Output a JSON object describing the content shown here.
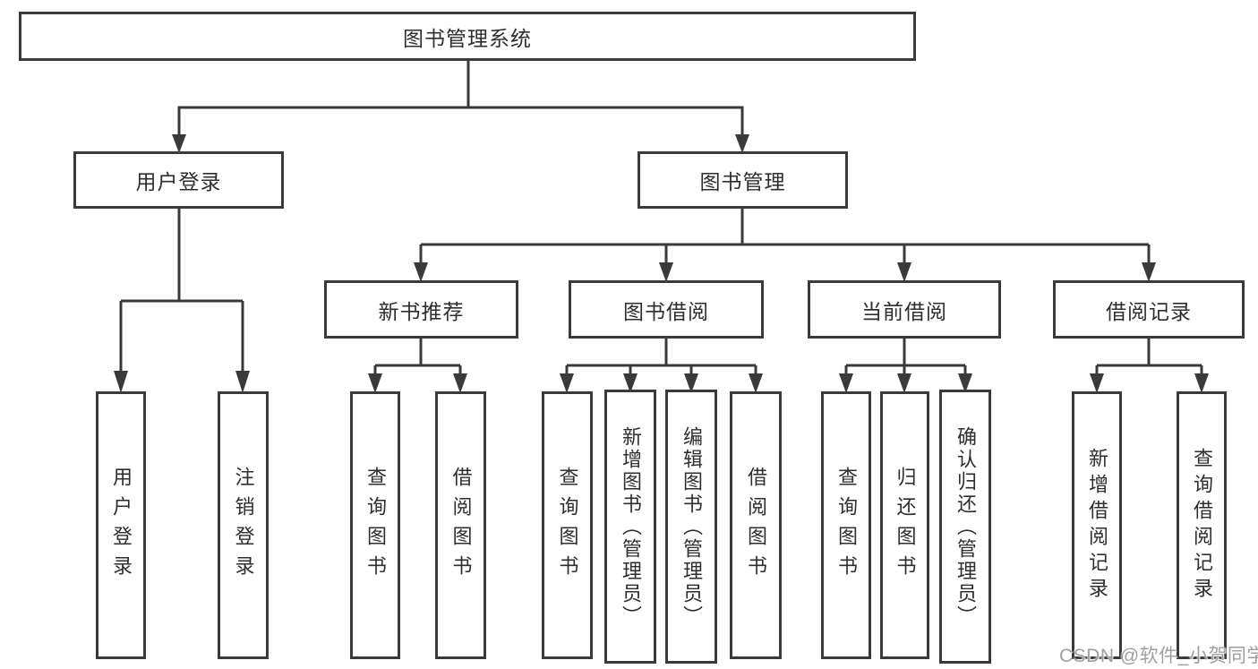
{
  "diagram": {
    "root": {
      "label": "图书管理系统"
    },
    "branches": [
      {
        "label": "用户登录",
        "children": [
          {
            "label": "用户登录"
          },
          {
            "label": "注销登录"
          }
        ]
      },
      {
        "label": "图书管理",
        "groups": [
          {
            "label": "新书推荐",
            "children": [
              {
                "label": "查询图书"
              },
              {
                "label": "借阅图书"
              }
            ]
          },
          {
            "label": "图书借阅",
            "children": [
              {
                "label": "查询图书"
              },
              {
                "label": "新增图书（管理员）"
              },
              {
                "label": "编辑图书（管理员）"
              },
              {
                "label": "借阅图书"
              }
            ]
          },
          {
            "label": "当前借阅",
            "children": [
              {
                "label": "查询图书"
              },
              {
                "label": "归还图书"
              },
              {
                "label": "确认归还（管理员）"
              }
            ]
          },
          {
            "label": "借阅记录",
            "children": [
              {
                "label": "新增借阅记录"
              },
              {
                "label": "查询借阅记录"
              }
            ]
          }
        ]
      }
    ]
  },
  "watermark": {
    "text": "CSDN @软件_小贺同学"
  },
  "colors": {
    "line": "#3a3a3a",
    "text": "#2e2e2e",
    "background": "#ffffff",
    "watermark": "#9f9f9f"
  }
}
